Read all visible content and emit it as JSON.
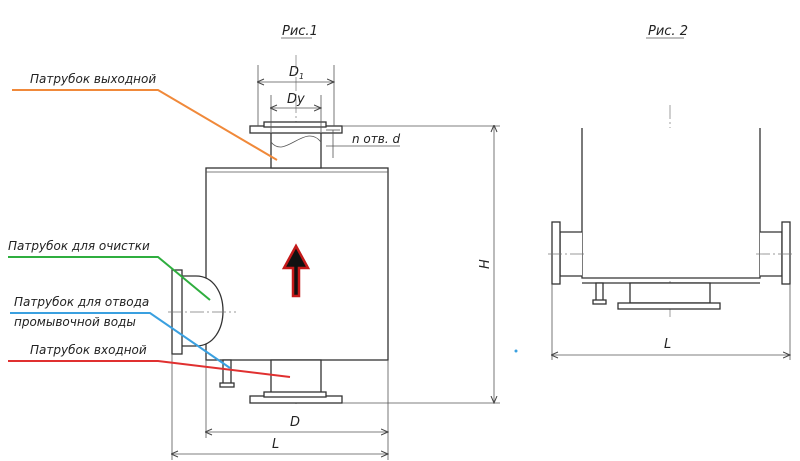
{
  "figure_labels": {
    "fig1": "Рис.1",
    "fig2": "Рис. 2"
  },
  "callouts": {
    "outlet": "Патрубок выходной",
    "cleaning": "Патрубок для очистки",
    "drain_line1": "Патрубок для отвода",
    "drain_line2": "промывочной воды",
    "inlet": "Патрубок входной"
  },
  "callout_colors": {
    "outlet": "#f0893a",
    "cleaning": "#2fae3f",
    "drain": "#3aa0e0",
    "inlet": "#e03030",
    "flow_arrow": "#c41a1a"
  },
  "dimensions": {
    "d1": "D",
    "d1_sub": "1",
    "dy": "Dy",
    "holes": "n отв. d",
    "height": "H",
    "diameter": "D",
    "length_fig1": "L",
    "length_fig2": "L"
  }
}
